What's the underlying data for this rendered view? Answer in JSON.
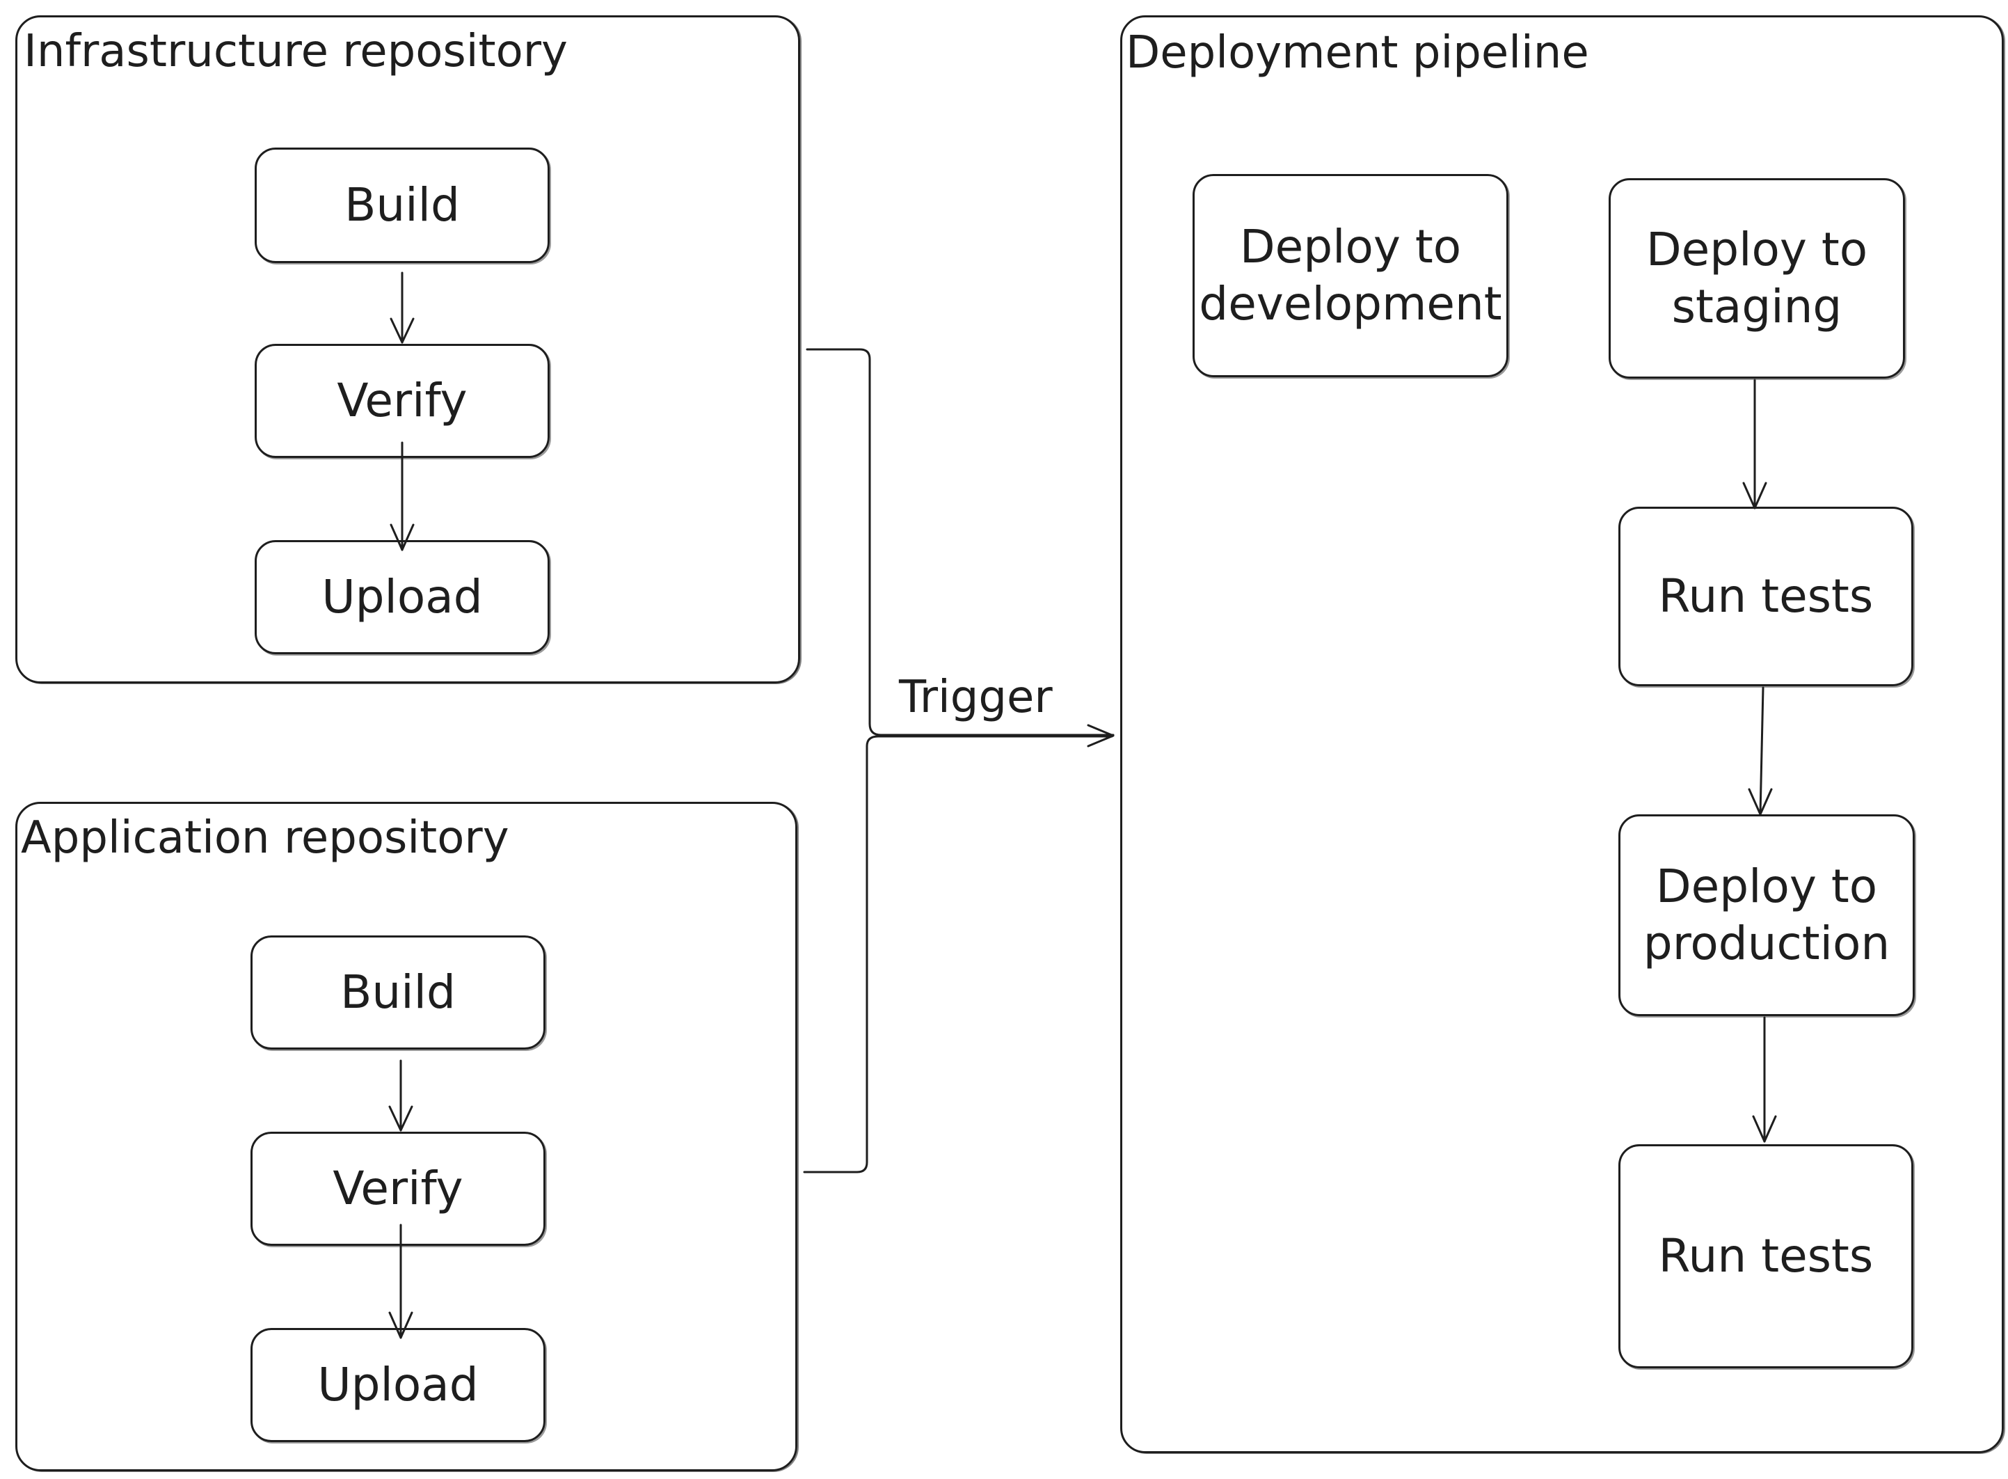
{
  "diagram": {
    "infra_repo": {
      "title": "Infrastructure repository",
      "steps": [
        "Build",
        "Verify",
        "Upload"
      ]
    },
    "app_repo": {
      "title": "Application repository",
      "steps": [
        "Build",
        "Verify",
        "Upload"
      ]
    },
    "pipeline": {
      "title": "Deployment pipeline",
      "deploy_dev": "Deploy to\ndevelopment",
      "deploy_staging": "Deploy to\nstaging",
      "run_tests_1": "Run tests",
      "deploy_prod": "Deploy to\nproduction",
      "run_tests_2": "Run tests"
    },
    "trigger_label": "Trigger"
  }
}
